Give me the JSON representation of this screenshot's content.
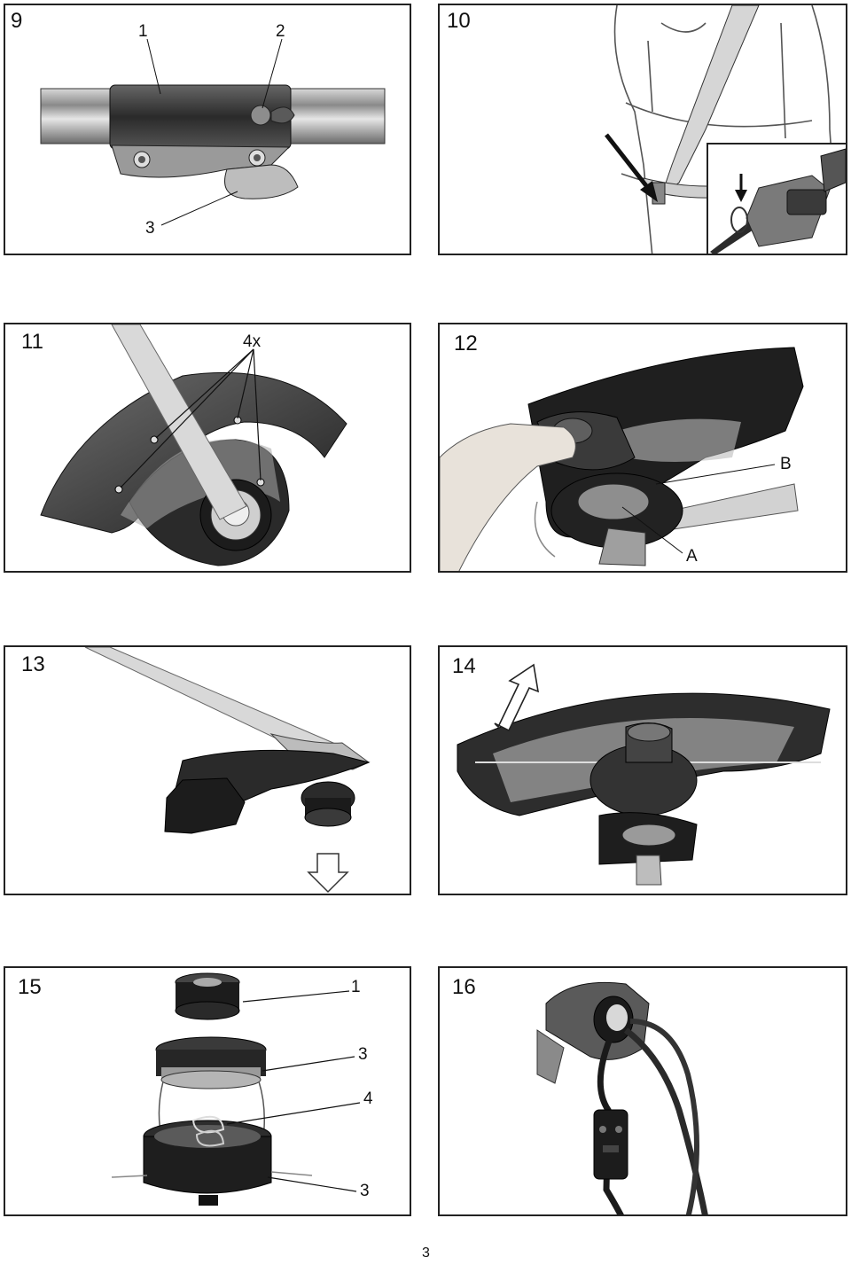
{
  "page_number": "3",
  "figures": {
    "fig9": {
      "number": "9",
      "callouts": [
        "1",
        "2",
        "3"
      ]
    },
    "fig10": {
      "number": "10"
    },
    "fig11": {
      "number": "11",
      "callout": "4x"
    },
    "fig12": {
      "number": "12",
      "callouts": [
        "B",
        "A"
      ]
    },
    "fig13": {
      "number": "13"
    },
    "fig14": {
      "number": "14"
    },
    "fig15": {
      "number": "15",
      "callouts": [
        "1",
        "3",
        "4",
        "3"
      ]
    },
    "fig16": {
      "number": "16"
    }
  }
}
